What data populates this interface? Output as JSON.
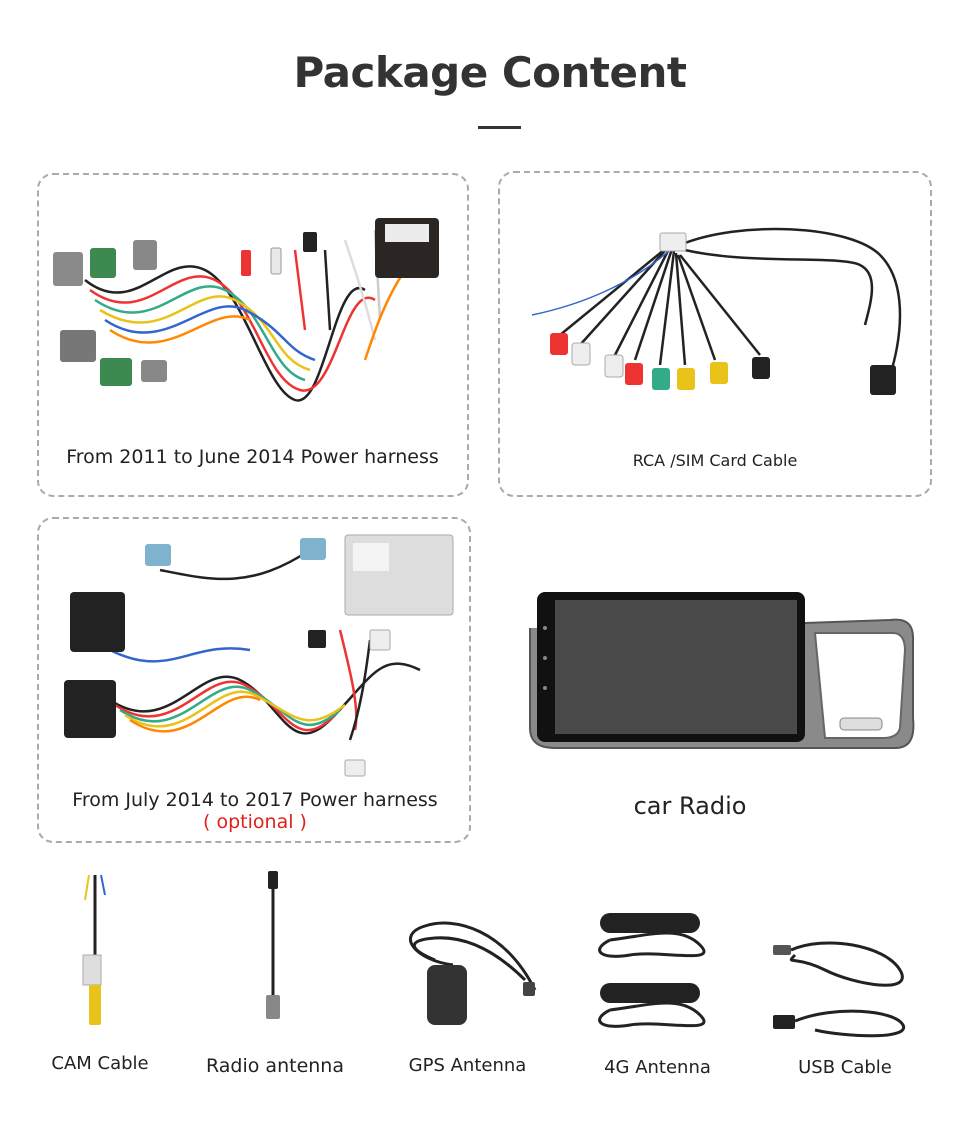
{
  "page": {
    "title": "Package Content"
  },
  "items": {
    "harness_2011": {
      "caption": "From 2011 to June 2014 Power harness"
    },
    "rca_sim": {
      "caption": "RCA /SIM Card Cable"
    },
    "harness_2014": {
      "caption": "From July 2014 to 2017 Power harness",
      "note": "( optional )"
    },
    "car_radio": {
      "caption": "car Radio"
    },
    "cam_cable": {
      "caption": "CAM Cable"
    },
    "radio_antenna": {
      "caption": "Radio antenna"
    },
    "gps_antenna": {
      "caption": "GPS Antenna"
    },
    "antenna_4g": {
      "caption": "4G Antenna"
    },
    "usb_cable": {
      "caption": "USB Cable"
    }
  },
  "colors": {
    "title": "#333333",
    "optional_note": "#e0201b",
    "dashed_border": "#aaaaaa"
  }
}
